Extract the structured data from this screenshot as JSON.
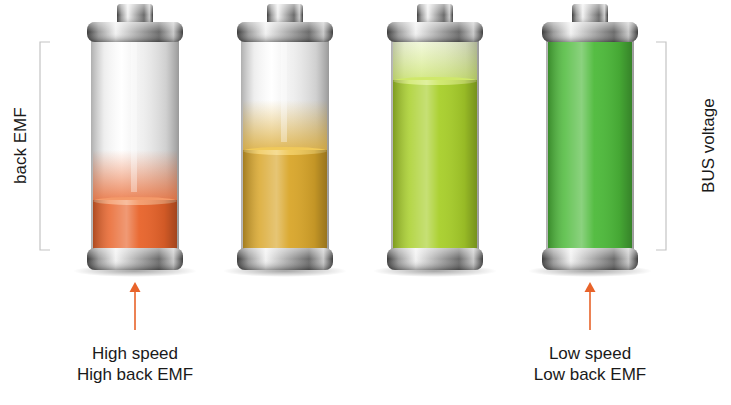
{
  "diagram": {
    "labels": [
      "back EMF",
      "BUS voltage",
      "High speed High back EMF",
      "Low speed Low back EMF"
    ]
  }
}
